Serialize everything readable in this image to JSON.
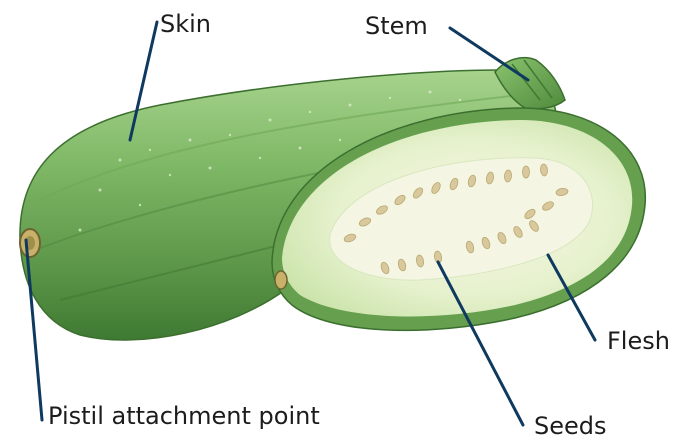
{
  "diagram": {
    "labels": {
      "skin": "Skin",
      "stem": "Stem",
      "flesh": "Flesh",
      "seeds": "Seeds",
      "pistil": "Pistil attachment point"
    },
    "colors": {
      "leader_line": "#0f3a5f",
      "skin_dark": "#4f8a3c",
      "skin_light": "#93c47d",
      "flesh": "#e7f2d2",
      "flesh_inner": "#f6f7e6",
      "seed": "#d7c89a"
    }
  }
}
